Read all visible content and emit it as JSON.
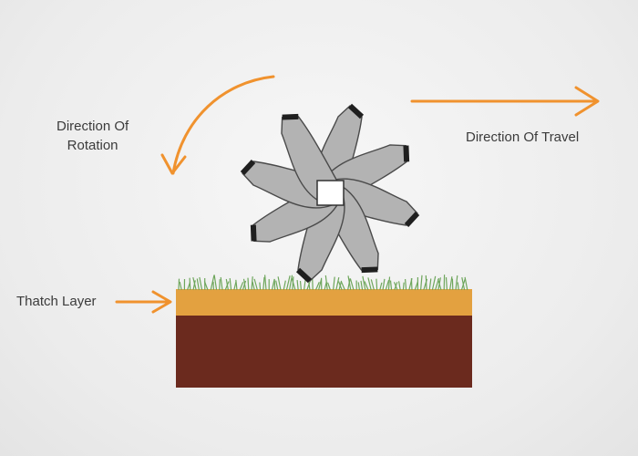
{
  "labels": {
    "rotation_line1": "Direction Of",
    "rotation_line2": "Rotation",
    "travel": "Direction Of Travel",
    "thatch": "Thatch Layer"
  },
  "colors": {
    "arrow": "#f0922e",
    "blade": "#b3b3b3",
    "blade_stroke": "#4a4a4a",
    "tip": "#1f1f1f",
    "thatch": "#e3a140",
    "soil": "#6b2a1e",
    "grass": "#6ea65c"
  }
}
